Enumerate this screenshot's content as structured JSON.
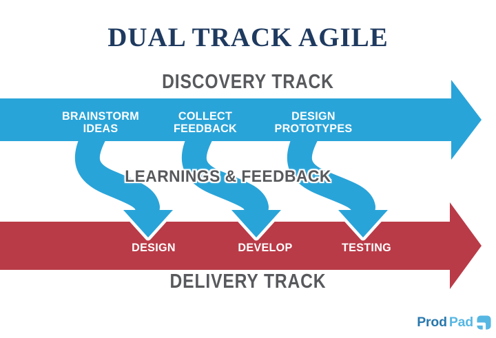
{
  "title": "DUAL TRACK AGILE",
  "discovery": {
    "heading": "DISCOVERY TRACK",
    "steps": [
      {
        "line1": "BRAINSTORM",
        "line2": "IDEAS"
      },
      {
        "line1": "COLLECT",
        "line2": "FEEDBACK"
      },
      {
        "line1": "DESIGN",
        "line2": "PROTOTYPES"
      }
    ]
  },
  "delivery": {
    "heading": "DELIVERY TRACK",
    "steps": [
      {
        "label": "DESIGN"
      },
      {
        "label": "DEVELOP"
      },
      {
        "label": "TESTING"
      }
    ]
  },
  "connector_label": "LEARNINGS & FEEDBACK",
  "logo": {
    "part1": "Prod",
    "part2": "Pad",
    "icon": "prodpad-mark"
  },
  "colors": {
    "discovery_blue": "#29A4D9",
    "delivery_red": "#B93B47",
    "title_navy": "#1F3A5F",
    "heading_gray": "#57595C",
    "logo_dark_blue": "#2878AD",
    "logo_light_blue": "#56B7E3"
  }
}
